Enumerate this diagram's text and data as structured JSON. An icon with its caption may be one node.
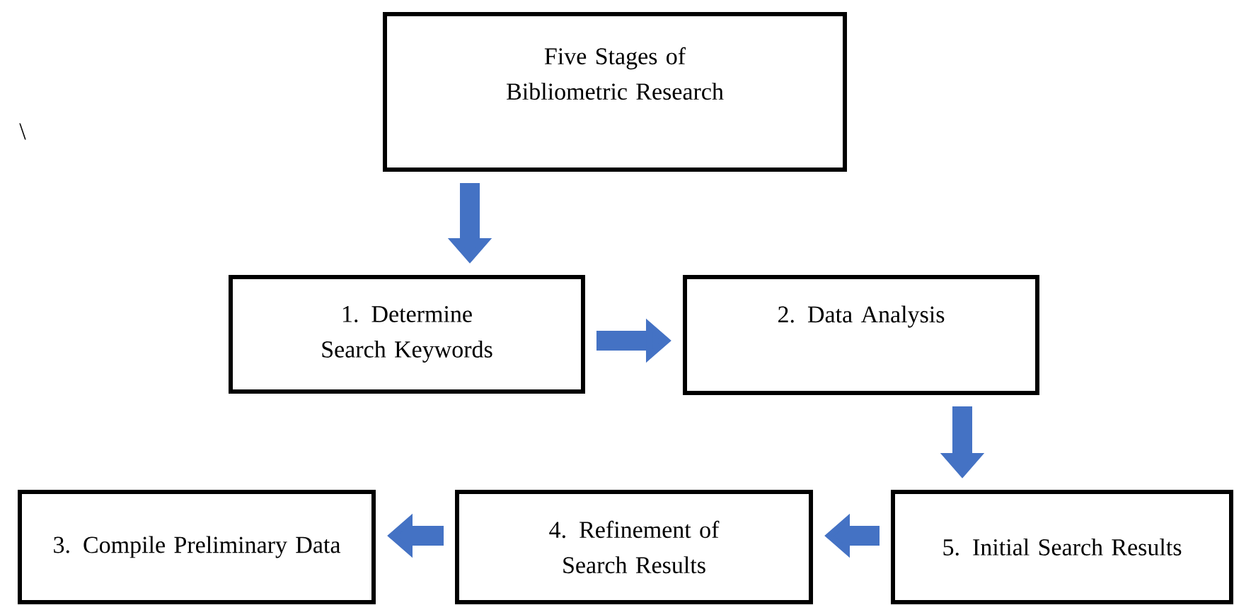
{
  "diagram": {
    "nodes": [
      {
        "text": [
          "Five Stages of Bibliometric Research"
        ]
      },
      {
        "text": [
          "1. Determine Search Keywords"
        ]
      },
      {
        "text": [
          "2. Data Analysis"
        ]
      },
      {
        "text": [
          "3. Compile Preliminary Data"
        ]
      },
      {
        "text": [
          "4. Refinement of Search Results"
        ]
      },
      {
        "text": [
          "5. Initial Search Results"
        ]
      }
    ],
    "edges": [
      {
        "from": 0,
        "to": 1,
        "arrow": "to"
      },
      {
        "from": 1,
        "to": 2,
        "arrow": "to"
      },
      {
        "from": 2,
        "to": 5,
        "arrow": "to"
      },
      {
        "from": 5,
        "to": 4,
        "arrow": "to"
      },
      {
        "from": 4,
        "to": 3,
        "arrow": "to"
      }
    ],
    "labels": [
      "\\"
    ]
  }
}
